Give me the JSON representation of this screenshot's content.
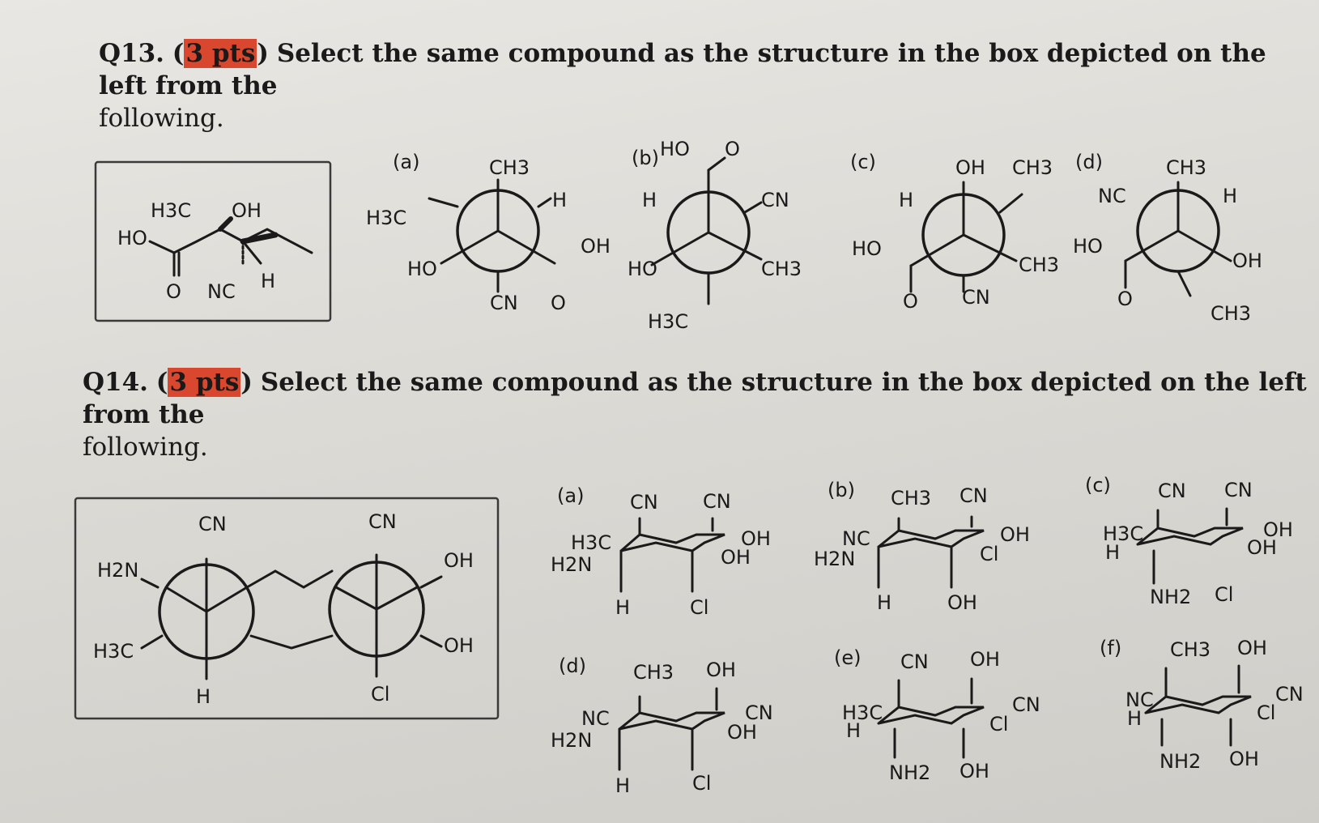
{
  "q13": {
    "number": "Q13.",
    "open_paren": "(",
    "points": "3 pts",
    "close_paren": ")",
    "stem": "Select the same compound as the structure in the box depicted on the left from the",
    "stem2": "following."
  },
  "q14": {
    "number": "Q14.",
    "open_paren": "(",
    "points": "3 pts",
    "close_paren": ")",
    "stem": "Select the same compound as the structure in the box depicted on the left from the",
    "stem2": "following."
  },
  "q13_box": {
    "h3c": "H3C",
    "oh": "OH",
    "ho": "HO",
    "o": "O",
    "nc": "NC",
    "h": "H"
  },
  "q13_a": {
    "option": "(a)",
    "ch3": "CH3",
    "h3c": "H3C",
    "h": "H",
    "ho": "HO",
    "oh": "OH",
    "cn": "CN",
    "o": "O"
  },
  "q13_b": {
    "option": "(b)",
    "ho_top": "HO",
    "o": "O",
    "h": "H",
    "cn": "CN",
    "ho": "HO",
    "ch3": "CH3",
    "h3c": "H3C"
  },
  "q13_c": {
    "option": "(c)",
    "oh": "OH",
    "ch3_top": "CH3",
    "h": "H",
    "ho": "HO",
    "ch3": "CH3",
    "o": "O",
    "cn": "CN"
  },
  "q13_d": {
    "option": "(d)",
    "ch3_top": "CH3",
    "nc": "NC",
    "h": "H",
    "ho": "HO",
    "oh": "OH",
    "o": "O",
    "ch3": "CH3"
  },
  "q14_box": {
    "cn_left": "CN",
    "cn_right": "CN",
    "h2n": "H2N",
    "h3c": "H3C",
    "oh_top": "OH",
    "oh_bottom": "OH",
    "h": "H",
    "cl": "Cl"
  },
  "q14_a": {
    "option": "(a)",
    "top1": "CN",
    "top2": "CN",
    "left1": "H3C",
    "left2": "H2N",
    "right1": "OH",
    "right2": "OH",
    "bot1": "H",
    "bot2": "Cl"
  },
  "q14_b": {
    "option": "(b)",
    "top1": "CH3",
    "top2": "CN",
    "left1": "NC",
    "left2": "H2N",
    "right1": "OH",
    "right2": "Cl",
    "bot1": "H",
    "bot2": "OH"
  },
  "q14_c": {
    "option": "(c)",
    "top1": "CN",
    "top2": "CN",
    "left1": "H3C",
    "left2": "H",
    "right1": "OH",
    "right2": "OH",
    "bot1": "NH2",
    "bot2": "Cl"
  },
  "q14_d": {
    "option": "(d)",
    "top1": "CH3",
    "top2": "OH",
    "left1": "NC",
    "left2": "H2N",
    "right1": "CN",
    "right2": "OH",
    "bot1": "H",
    "bot2": "Cl"
  },
  "q14_e": {
    "option": "(e)",
    "top1": "CN",
    "top2": "OH",
    "left1": "H3C",
    "left2": "H",
    "right1": "CN",
    "right2": "Cl",
    "bot1": "NH2",
    "bot2": "OH"
  },
  "q14_f": {
    "option": "(f)",
    "top1": "CH3",
    "top2": "OH",
    "left1": "NC",
    "left2": "H",
    "right1": "CN",
    "right2": "Cl",
    "bot1": "NH2",
    "bot2": "OH"
  }
}
